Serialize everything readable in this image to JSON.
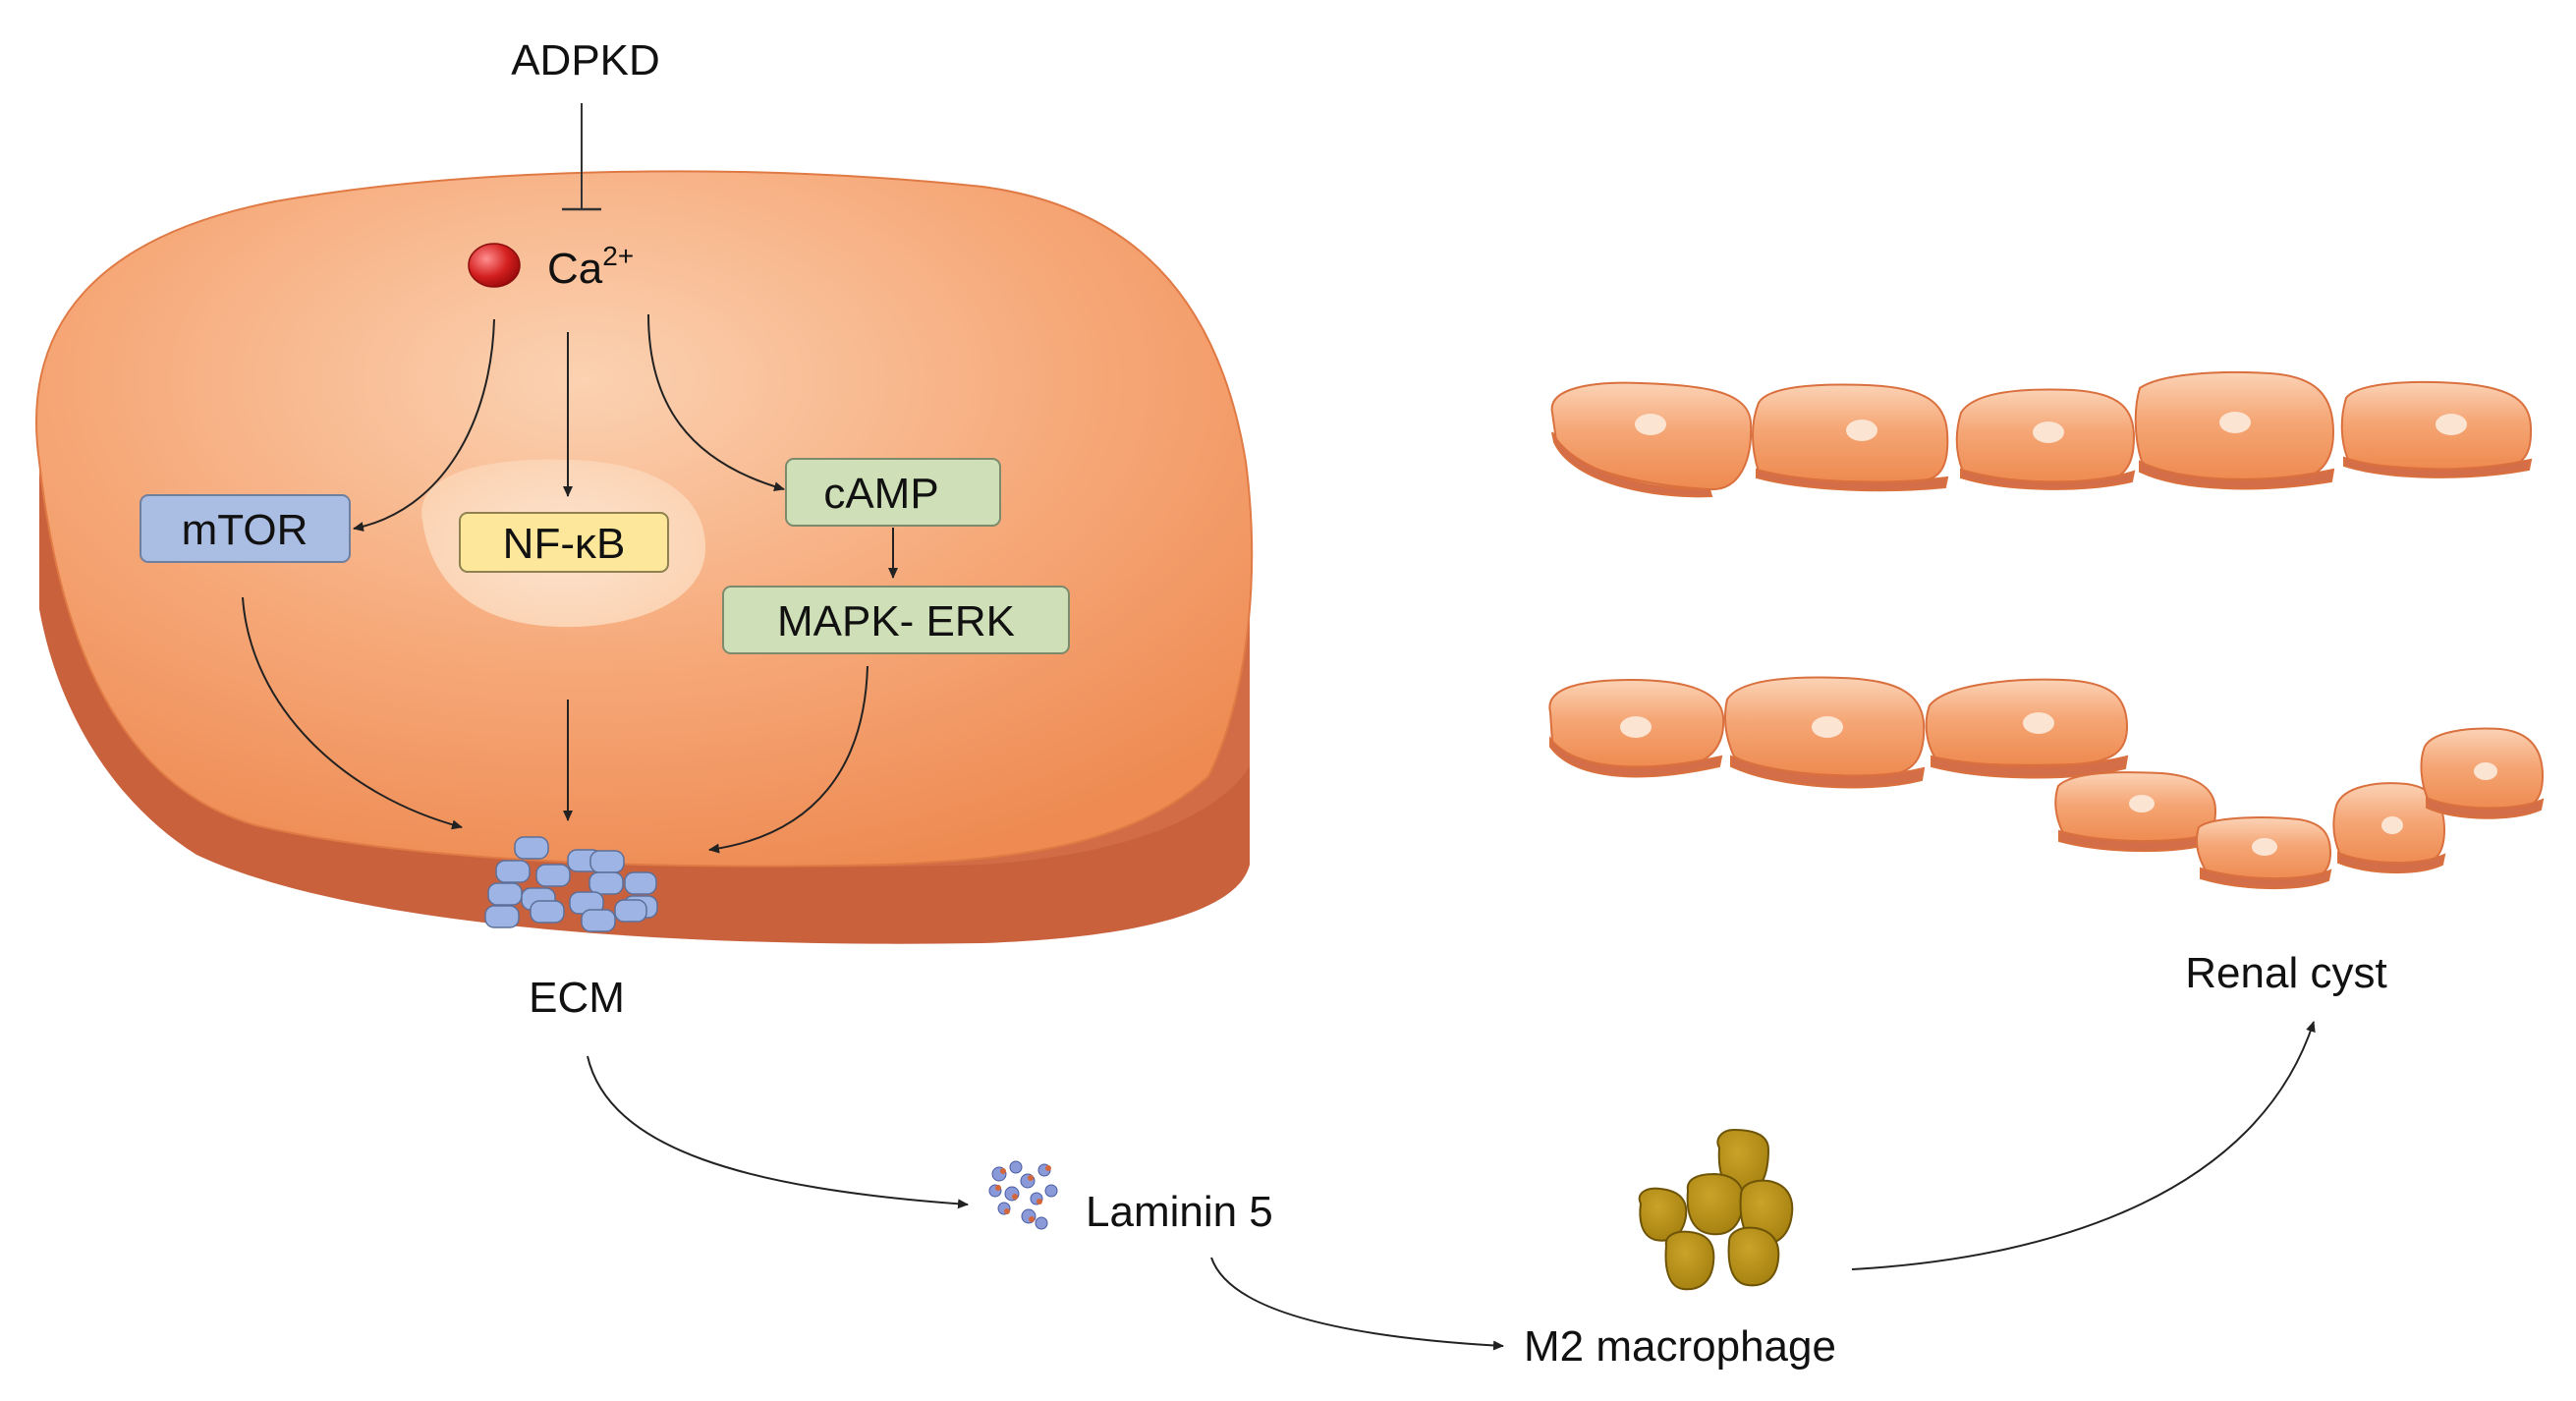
{
  "labels": {
    "adpkd": "ADPKD",
    "calcium": "Ca",
    "calcium_charge": "2+",
    "mtor": "mTOR",
    "nfkb": "NF-κB",
    "camp": "cAMP",
    "mapk": "MAPK- ERK",
    "ecm": "ECM",
    "laminin": "Laminin 5",
    "macrophage": "M2 macrophage",
    "renal_cyst": "Renal cyst"
  },
  "colors": {
    "cell_top": "#f6a878",
    "cell_side": "#d46e48",
    "nucleus": "#fcd9bd",
    "mtor_box": "#aabde3",
    "nfkb_box": "#fde79a",
    "camp_box": "#cfe0b8",
    "ecm_particle": "#9db4e4",
    "laminin_particle": "#8a9ad8",
    "laminin_dot": "#d4663a",
    "macrophage": "#b38b14",
    "cyst_cell": "#f39a64",
    "arrow": "#222222"
  },
  "icons": {
    "calcium": "calcium-ion-icon",
    "ecm": "ecm-particles-icon",
    "laminin": "laminin-particles-icon",
    "macrophage": "macrophage-cluster-icon",
    "cyst": "cyst-epithelium-icon"
  }
}
